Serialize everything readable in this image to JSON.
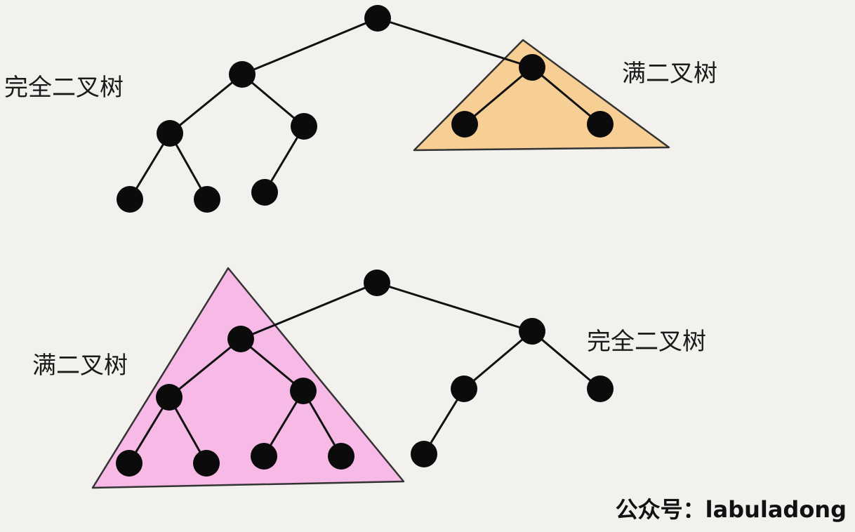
{
  "labels": {
    "top_left": "完全二叉树",
    "top_right": "满二叉树",
    "bottom_left": "满二叉树",
    "bottom_right": "完全二叉树"
  },
  "watermark": "公众号：labuladong",
  "colors": {
    "background": "#f2f1ee",
    "node": "#0b0b0b",
    "edge": "#111111",
    "top_triangle_fill": "#f7cf95",
    "bottom_triangle_fill": "#f7b9e6"
  }
}
